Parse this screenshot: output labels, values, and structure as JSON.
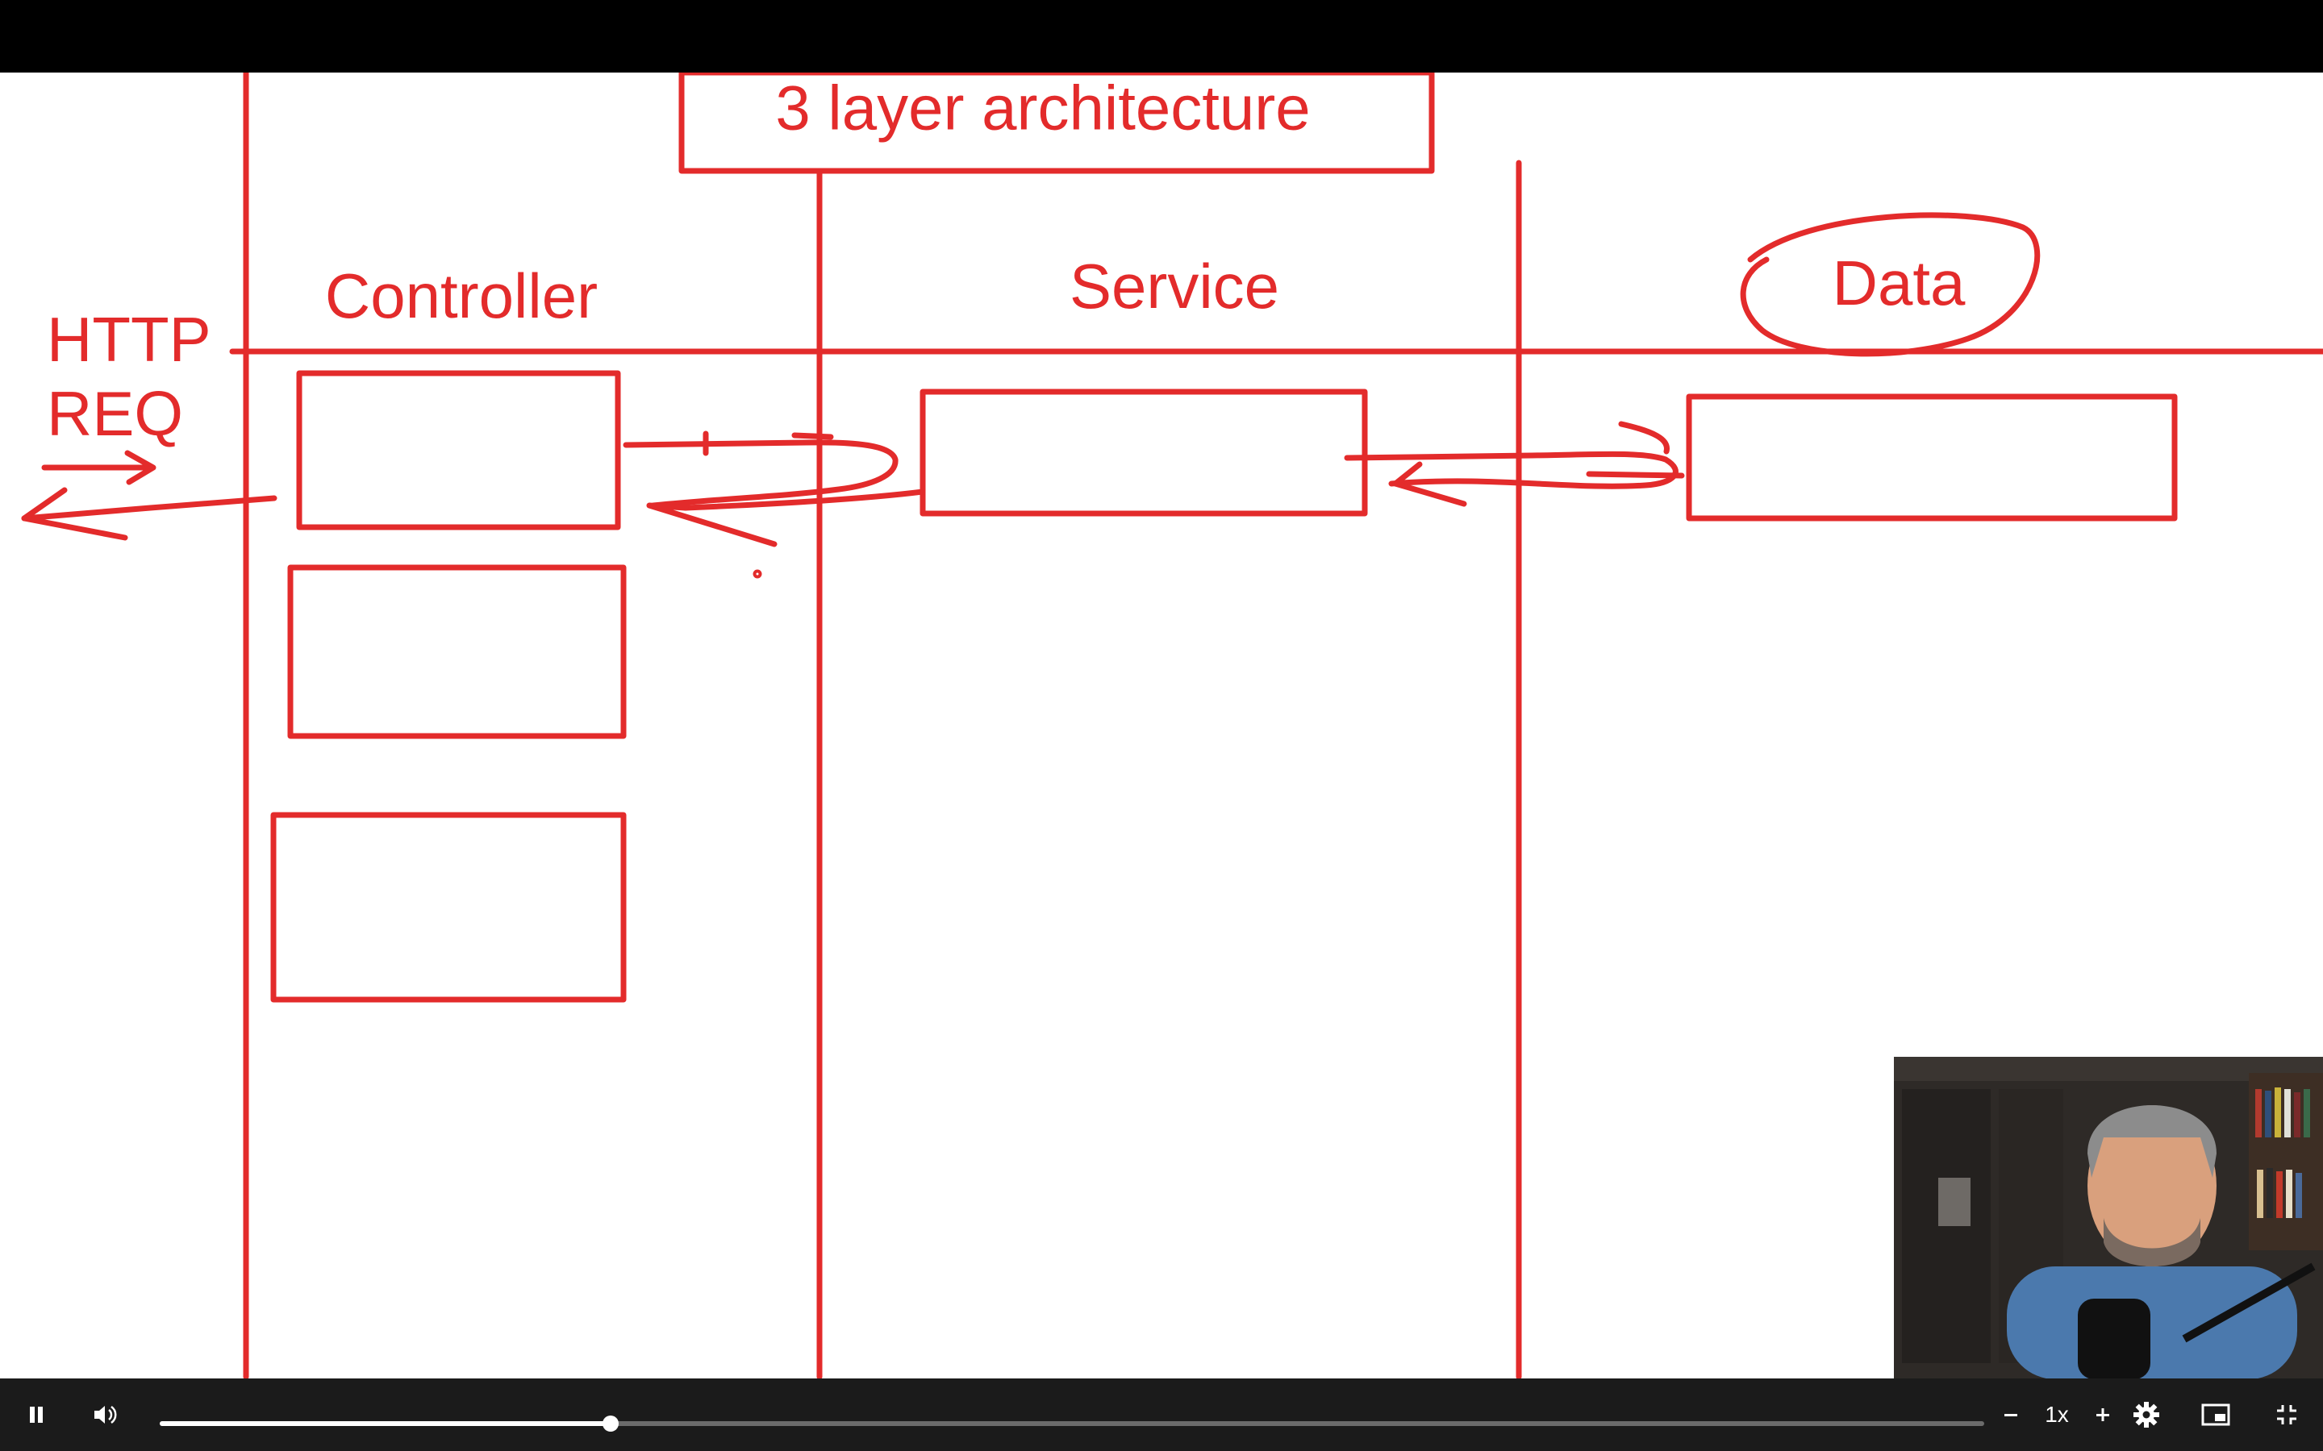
{
  "whiteboard": {
    "title": "3 layer architecture",
    "columns": {
      "controller": "Controller",
      "service": "Service",
      "data": "Data"
    },
    "http_req_line1": "HTTP",
    "http_req_line2": "REQ"
  },
  "player": {
    "speed": "1x",
    "progress": 0.247,
    "icons": {
      "play_pause": "pause-icon",
      "volume": "volume-icon",
      "speed_down": "minus-icon",
      "speed_up": "plus-icon",
      "settings": "gear-icon",
      "pip": "picture-in-picture-icon",
      "fullscreen": "exit-fullscreen-icon"
    }
  },
  "colors": {
    "ink": "#e32b2b",
    "board": "#ffffff",
    "controls_bg": "#1b1b1b"
  }
}
